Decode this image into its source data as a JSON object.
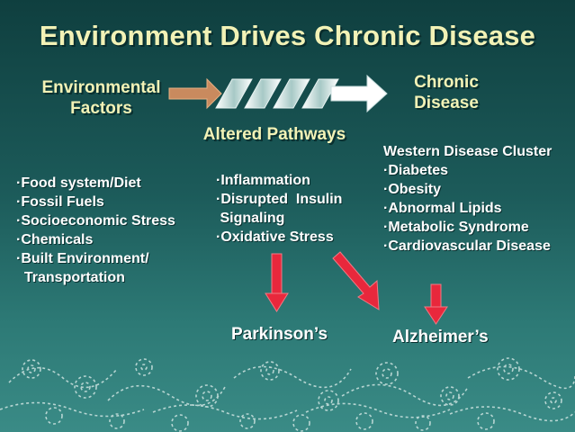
{
  "title": "Environment Drives Chronic Disease",
  "environmental_factors": {
    "heading": "Environmental Factors",
    "items": [
      "·Food system/Diet",
      "·Fossil Fuels",
      "·Socioeconomic Stress",
      "·Chemicals",
      "·Built Environment/",
      "  Transportation"
    ]
  },
  "altered_pathways": {
    "heading": "Altered Pathways",
    "items": [
      "·Inflammation",
      "·Disrupted  Insulin",
      " Signaling",
      "·Oxidative Stress"
    ]
  },
  "chronic_disease": {
    "heading": "Chronic Disease",
    "cluster_title": "Western Disease Cluster",
    "items": [
      "·Diabetes",
      "·Obesity",
      "·Abnormal Lipids",
      "·Metabolic Syndrome",
      "·Cardiovascular Disease"
    ]
  },
  "outcomes": {
    "parkinsons": "Parkinson’s",
    "alzheimers": "Alzheimer’s"
  },
  "colors": {
    "title": "#f2f2b6",
    "arrow_red": "#e8283c",
    "arrow_orange": "#c98a5e"
  }
}
